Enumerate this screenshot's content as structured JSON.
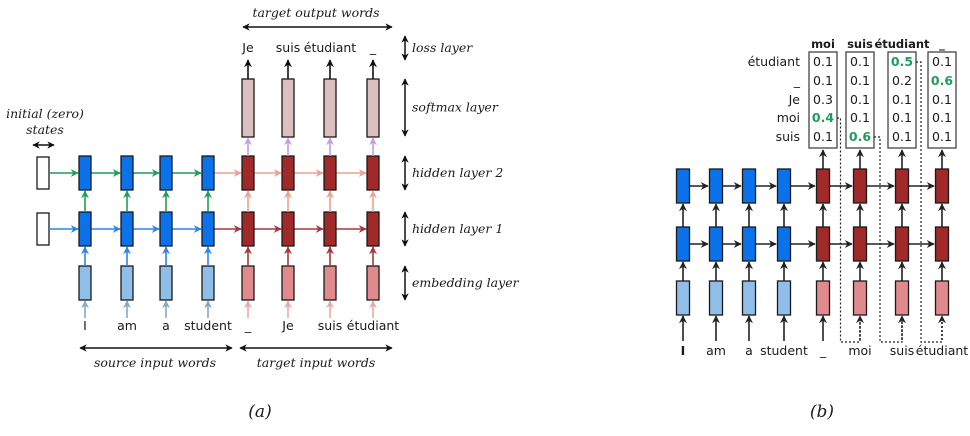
{
  "colors": {
    "encoder": "#0a73eb",
    "encoder_embed": "#8fbfe8",
    "decoder": "#a0292a",
    "decoder_embed": "#e08a8e",
    "softmax": "#dcc0c0",
    "initial": "#ffffff",
    "green_arrow": "#1e9e5a",
    "blue_arrow": "#2a86e8",
    "salmon_arrow": "#eba28e",
    "red_arrow": "#a4393b",
    "purple_arrow": "#c59be6",
    "embed_input_arrow_blue": "#8aa6c4",
    "embed_input_arrow_red": "#eca8a8",
    "highlight": "#1e9e5a",
    "black": "#111111"
  },
  "panel_a": {
    "caption": "(a)",
    "initial_states_label_line1": "initial (zero)",
    "initial_states_label_line2": "states",
    "target_output_label": "target output words",
    "source_input_label": "source input words",
    "target_input_label": "target input words",
    "source_words": [
      "I",
      "am",
      "a",
      "student"
    ],
    "target_input_words": [
      "_",
      "Je",
      "suis",
      "étudiant"
    ],
    "target_output_words": [
      "Je",
      "suis",
      "étudiant",
      "_"
    ],
    "layer_labels": [
      {
        "id": "loss",
        "text": "loss layer"
      },
      {
        "id": "softmax",
        "text": "softmax layer"
      },
      {
        "id": "hidden2",
        "text": "hidden layer 2"
      },
      {
        "id": "hidden1",
        "text": "hidden layer 1"
      },
      {
        "id": "embedding",
        "text": "embedding layer"
      }
    ]
  },
  "panel_b": {
    "caption": "(b)",
    "vocab": [
      "étudiant",
      "_",
      "Je",
      "moi",
      "suis"
    ],
    "output_words": [
      "moi",
      "suis",
      "étudiant",
      "_"
    ],
    "probabilities": [
      [
        0.1,
        0.1,
        0.3,
        0.4,
        0.1
      ],
      [
        0.1,
        0.1,
        0.1,
        0.1,
        0.6
      ],
      [
        0.5,
        0.2,
        0.1,
        0.1,
        0.1
      ],
      [
        0.1,
        0.6,
        0.1,
        0.1,
        0.1
      ]
    ],
    "probability_labels": [
      [
        "0.1",
        "0.1",
        "0.3",
        "0.4",
        "0.1"
      ],
      [
        "0.1",
        "0.1",
        "0.1",
        "0.1",
        "0.6"
      ],
      [
        "0.5",
        "0.2",
        "0.1",
        "0.1",
        "0.1"
      ],
      [
        "0.1",
        "0.6",
        "0.1",
        "0.1",
        "0.1"
      ]
    ],
    "highlighted_index": [
      3,
      4,
      0,
      1
    ],
    "input_words": [
      "I",
      "am",
      "a",
      "student",
      "_",
      "moi",
      "suis",
      "étudiant"
    ]
  }
}
